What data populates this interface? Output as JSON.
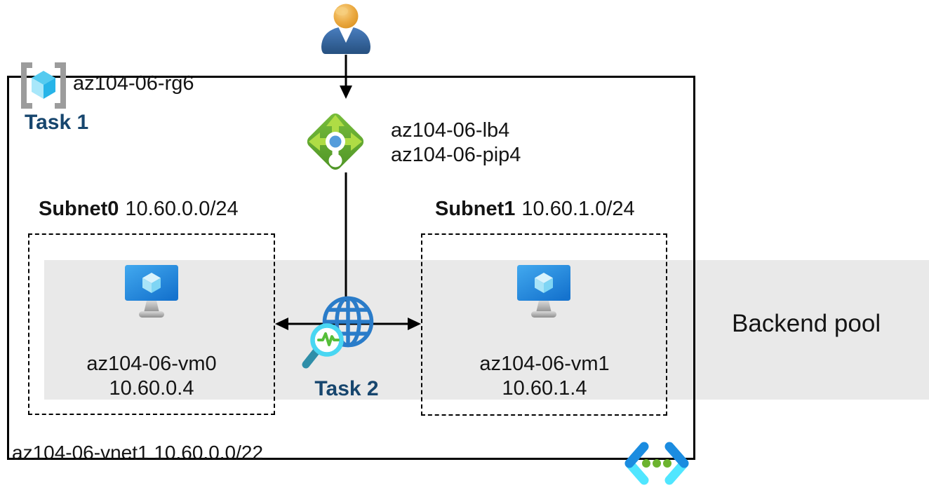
{
  "resource_group": {
    "name": "az104-06-rg6",
    "task_label": "Task 1"
  },
  "load_balancer": {
    "name": "az104-06-lb4",
    "public_ip": "az104-06-pip4"
  },
  "subnets": [
    {
      "name": "Subnet0",
      "cidr": "10.60.0.0/24",
      "vm_name": "az104-06-vm0",
      "vm_ip": "10.60.0.4"
    },
    {
      "name": "Subnet1",
      "cidr": "10.60.1.0/24",
      "vm_name": "az104-06-vm1",
      "vm_ip": "10.60.1.4"
    }
  ],
  "network_watcher": {
    "task_label": "Task 2"
  },
  "backend_pool_label": "Backend pool",
  "vnet": {
    "label": "az104-06-vnet1 10.60.0.0/22"
  },
  "colors": {
    "task_text": "#17466E",
    "backend_band": "#E9E9E9",
    "lb_green": "#61AD2E",
    "lb_arrow_green": "#AFDC45",
    "globe_blue": "#2A7CC9",
    "magnifier_cyan": "#49D6F2",
    "pulse_green": "#56BE3A",
    "vnet_dark_blue": "#1B8CE0",
    "vnet_cyan": "#50E6FF",
    "vnet_dot_green": "#6CB32E"
  }
}
